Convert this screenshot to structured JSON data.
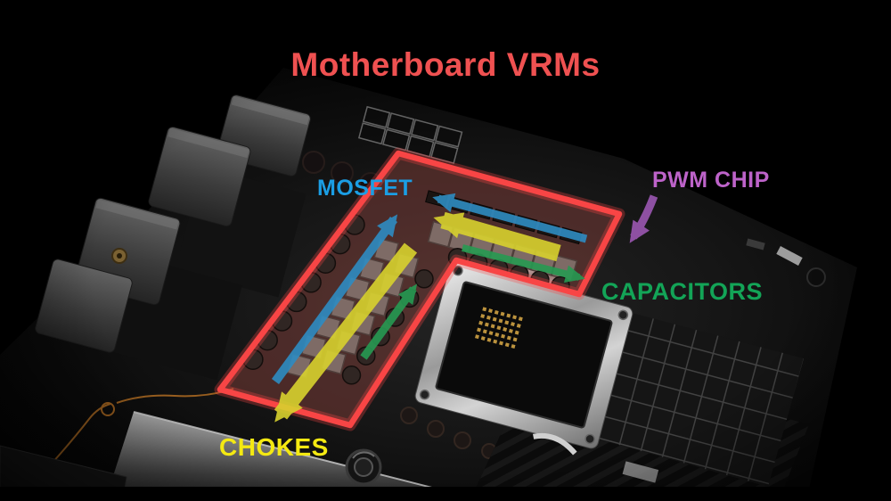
{
  "title": "Motherboard VRMs",
  "labels": {
    "mosfet": "MOSFET",
    "pwm_chip": "PWM CHIP",
    "capacitors": "CAPACITORS",
    "chokes": "CHOKES"
  },
  "colors": {
    "title_red": "#ef5151",
    "label_blue": "#1b9ee4",
    "label_purple": "#bd63c9",
    "label_green": "#13a457",
    "label_yellow": "#f4e912",
    "outline_red": "#f84545",
    "arrow_blue": "#2e8cc2",
    "arrow_yellow": "#d8d22e",
    "arrow_green": "#279a52",
    "arrow_purple": "#9b57b2"
  }
}
